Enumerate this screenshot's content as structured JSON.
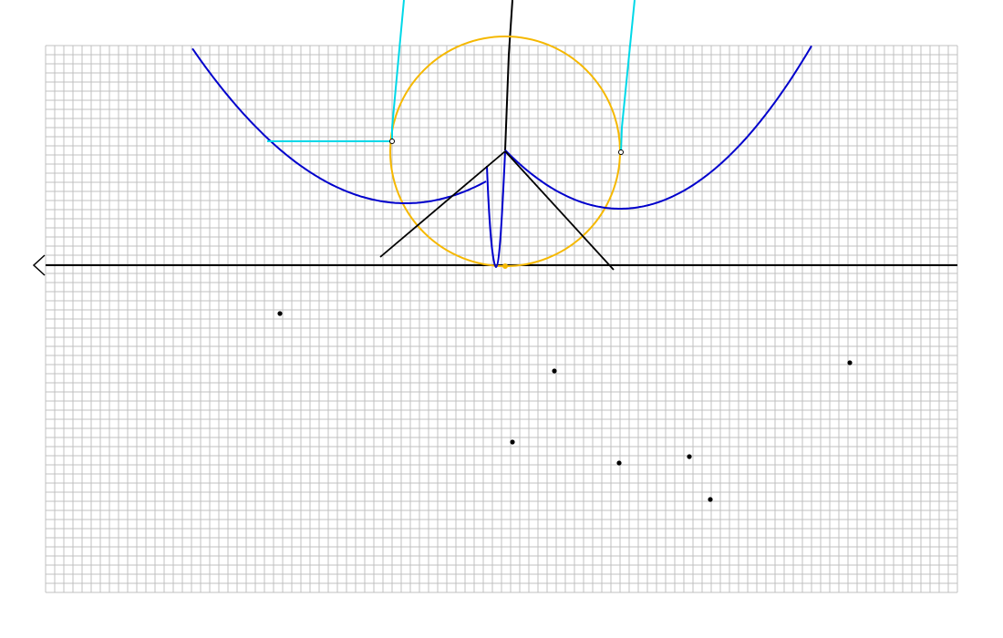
{
  "colors": {
    "background": "#ffffff",
    "grid": "#c0c0c0",
    "axis": "#000000",
    "parabola": "#0000cc",
    "circle": "#f5b800",
    "guide": "#00d8e8",
    "tangent": "#000000",
    "point": "#000000"
  },
  "icons": {
    "axis_arrow": "chevron-left-icon"
  },
  "scatter_point_count": 8,
  "diagram": {
    "type": "geometry-construction",
    "elements": [
      "grid",
      "horizontal-axis",
      "vertical-line",
      "circle",
      "parabola-left",
      "parabola-right",
      "narrow-parabola",
      "tangent-lines",
      "guide-lines",
      "marked-points",
      "scatter-points"
    ]
  }
}
